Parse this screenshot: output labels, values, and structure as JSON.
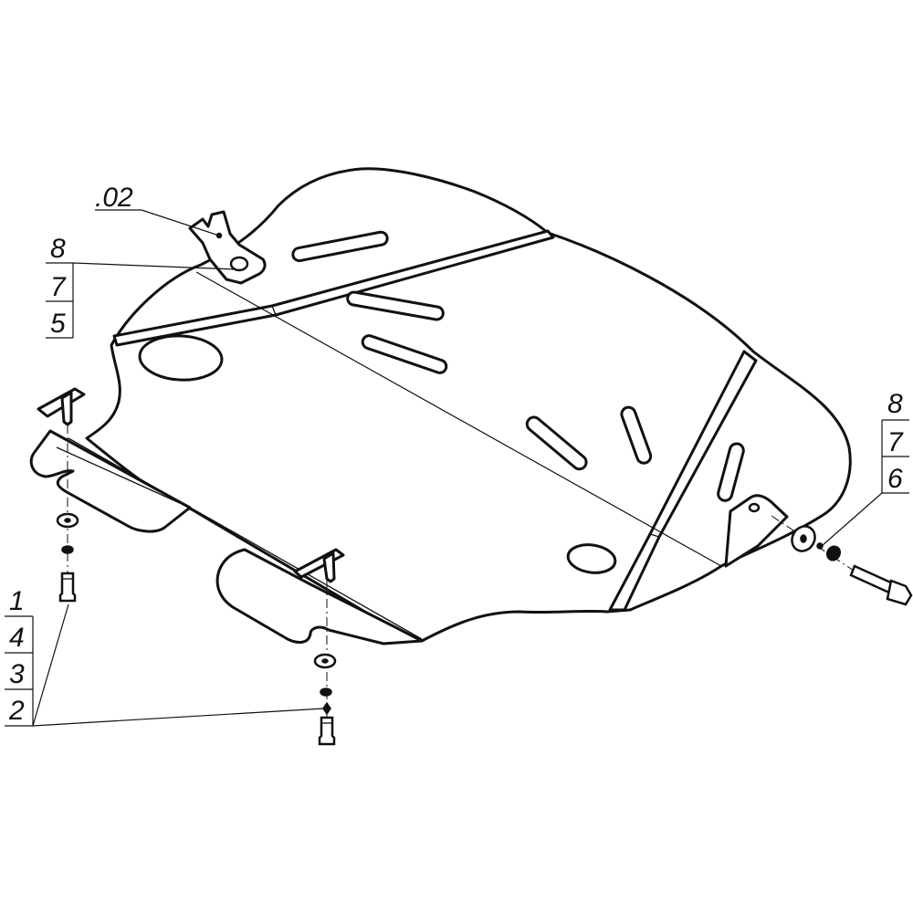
{
  "callouts": {
    "top_part": ".02",
    "left_group": [
      "8",
      "7",
      "5"
    ],
    "right_group": [
      "8",
      "7",
      "6"
    ],
    "bottom_group": [
      "1",
      "4",
      "3",
      "2"
    ]
  }
}
